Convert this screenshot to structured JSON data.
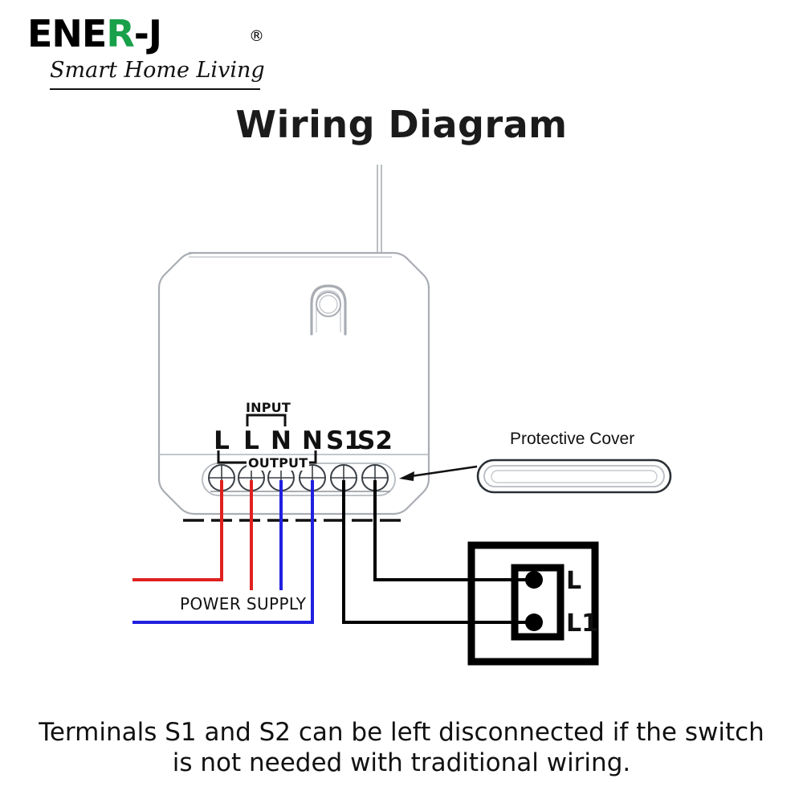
{
  "brand": {
    "name_part1": "ENE",
    "name_part2": "R",
    "name_part3": "-J",
    "registered_mark": "®",
    "tagline": "Smart Home Living",
    "green_hex": "#18a04a",
    "dark_hex": "#000000"
  },
  "title": "Wiring Diagram",
  "device": {
    "antenna_name": "antenna",
    "button_name": "reset-button",
    "terminals": [
      {
        "label": "L",
        "wire_color": "#e02020",
        "role": "output-live"
      },
      {
        "label": "L",
        "wire_color": "#e02020",
        "role": "input-live"
      },
      {
        "label": "N",
        "wire_color": "#2020e0",
        "role": "input-neutral"
      },
      {
        "label": "N",
        "wire_color": "#2020e0",
        "role": "output-neutral"
      },
      {
        "label": "S1",
        "wire_color": "#000000",
        "role": "switch-1"
      },
      {
        "label": "S2",
        "wire_color": "#000000",
        "role": "switch-2"
      }
    ],
    "bracket_input": "INPUT",
    "bracket_output": "OUTPUT"
  },
  "annotations": {
    "protective_cover": "Protective Cover",
    "power_supply": "POWER SUPPLY"
  },
  "switch_box": {
    "terminal_top": "L",
    "terminal_bottom": "L1"
  },
  "footnote": "Terminals S1 and S2 can be left disconnected if the switch is not needed with traditional wiring.",
  "colors": {
    "live_red": "#e02020",
    "neutral_blue": "#2020e0",
    "switch_black": "#000000",
    "device_outline": "#a9adb3",
    "text": "#111111"
  }
}
